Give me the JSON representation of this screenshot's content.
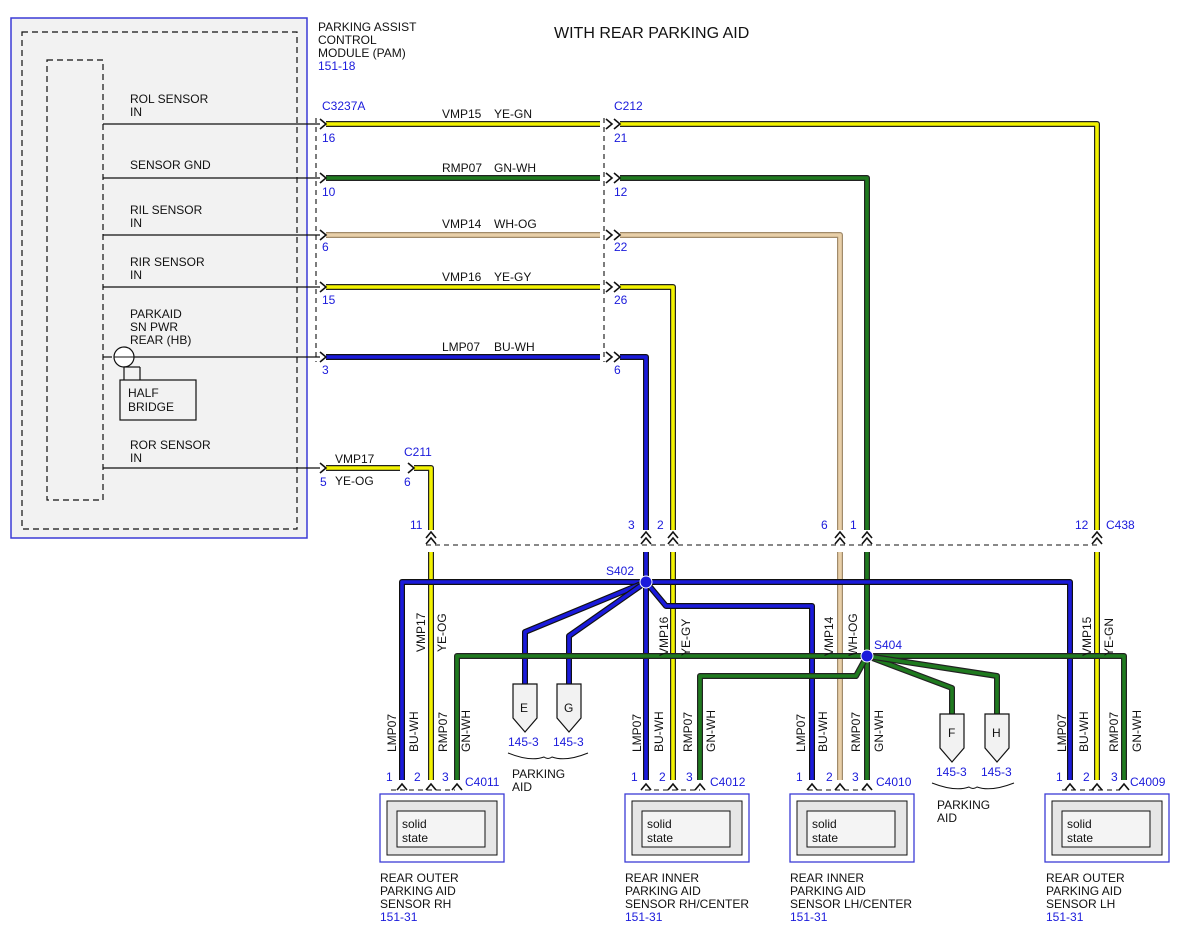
{
  "title": "WITH REAR PARKING AID",
  "module": {
    "lines": [
      "PARKING ASSIST",
      "CONTROL",
      "MODULE (PAM)"
    ],
    "ref": "151-18",
    "half_bridge": [
      "HALF",
      "BRIDGE"
    ]
  },
  "module_signals": [
    {
      "lines": [
        "ROL SENSOR",
        "IN"
      ]
    },
    {
      "lines": [
        "SENSOR GND"
      ]
    },
    {
      "lines": [
        "RIL SENSOR",
        "IN"
      ]
    },
    {
      "lines": [
        "RIR SENSOR",
        "IN"
      ]
    },
    {
      "lines": [
        "PARKAID",
        "SN PWR",
        "REAR (HB)"
      ]
    },
    {
      "lines": [
        "ROR SENSOR",
        "IN"
      ]
    }
  ],
  "connectors": {
    "c3237a": "C3237A",
    "c212": "C212",
    "c211": "C211",
    "c438": "C438",
    "c4011": "C4011",
    "c4012": "C4012",
    "c4010": "C4010",
    "c4009": "C4009"
  },
  "splices": {
    "s402": "S402",
    "s404": "S404"
  },
  "colors": {
    "yellow": "#f2f200",
    "green": "#1f7a1f",
    "blue": "#1a1adb",
    "tan": "#e8cfa8",
    "border_blue": "#3b3bd6"
  },
  "top_circuits": [
    {
      "circuit": "VMP15",
      "color": "YE-GN",
      "pin_a": "16",
      "pin_b": "21"
    },
    {
      "circuit": "RMP07",
      "color": "GN-WH",
      "pin_a": "10",
      "pin_b": "12"
    },
    {
      "circuit": "VMP14",
      "color": "WH-OG",
      "pin_a": "6",
      "pin_b": "22"
    },
    {
      "circuit": "VMP16",
      "color": "YE-GY",
      "pin_a": "15",
      "pin_b": "26"
    },
    {
      "circuit": "LMP07",
      "color": "BU-WH",
      "pin_a": "3",
      "pin_b": "6"
    }
  ],
  "ror_circuit": {
    "circuit": "VMP17",
    "color": "YE-OG",
    "pin_a": "5",
    "pin_b": "6"
  },
  "c438_pins": [
    "11",
    "3",
    "2",
    "6",
    "1",
    "12"
  ],
  "vertical_labels": [
    {
      "circuit": "VMP17",
      "color": "YE-OG"
    },
    {
      "circuit": "VMP16",
      "color": "YE-GY"
    },
    {
      "circuit": "VMP14",
      "color": "WH-OG"
    },
    {
      "circuit": "VMP15",
      "color": "YE-GN"
    }
  ],
  "sensor_wire_labels": [
    "LMP07",
    "BU-WH",
    "RMP07",
    "GN-WH"
  ],
  "sensor_pins": [
    "1",
    "2",
    "3"
  ],
  "sensors": [
    {
      "lines": [
        "REAR OUTER",
        "PARKING AID",
        "SENSOR RH"
      ],
      "ref": "151-31",
      "device": [
        "solid",
        "state"
      ]
    },
    {
      "lines": [
        "REAR INNER",
        "PARKING AID",
        "SENSOR RH/CENTER"
      ],
      "ref": "151-31",
      "device": [
        "solid",
        "state"
      ]
    },
    {
      "lines": [
        "REAR INNER",
        "PARKING AID",
        "SENSOR LH/CENTER"
      ],
      "ref": "151-31",
      "device": [
        "solid",
        "state"
      ]
    },
    {
      "lines": [
        "REAR OUTER",
        "PARKING AID",
        "SENSOR LH"
      ],
      "ref": "151-31",
      "device": [
        "solid",
        "state"
      ]
    }
  ],
  "offpage": [
    {
      "letter": "E",
      "ref": "145-3"
    },
    {
      "letter": "G",
      "ref": "145-3"
    },
    {
      "letter": "F",
      "ref": "145-3"
    },
    {
      "letter": "H",
      "ref": "145-3"
    }
  ],
  "parking_aid_note": [
    "PARKING",
    "AID"
  ]
}
